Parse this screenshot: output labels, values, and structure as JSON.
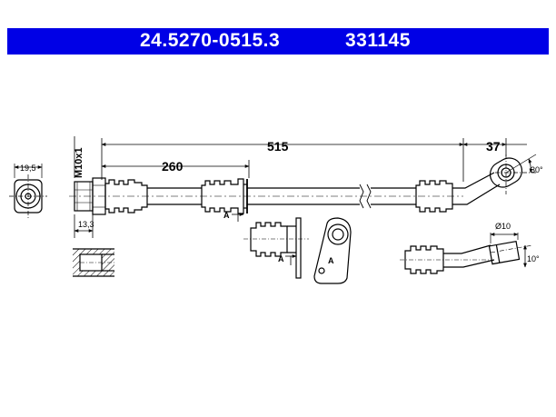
{
  "header": {
    "part_number": "24.5270-0515.3",
    "ref_number": "331145",
    "background": "#0000e6"
  },
  "dimensions": {
    "total_length": "515",
    "partial_length": "260",
    "end_length": "37",
    "fitting_diameter": "19,5",
    "thread": "M10x1",
    "fitting_width": "13,3",
    "angle_1": "30°",
    "angle_2": "10°",
    "banjo_diameter": "Ø10"
  },
  "labels": {
    "section_main": "A",
    "section_view": "A",
    "section_detail": "A"
  }
}
